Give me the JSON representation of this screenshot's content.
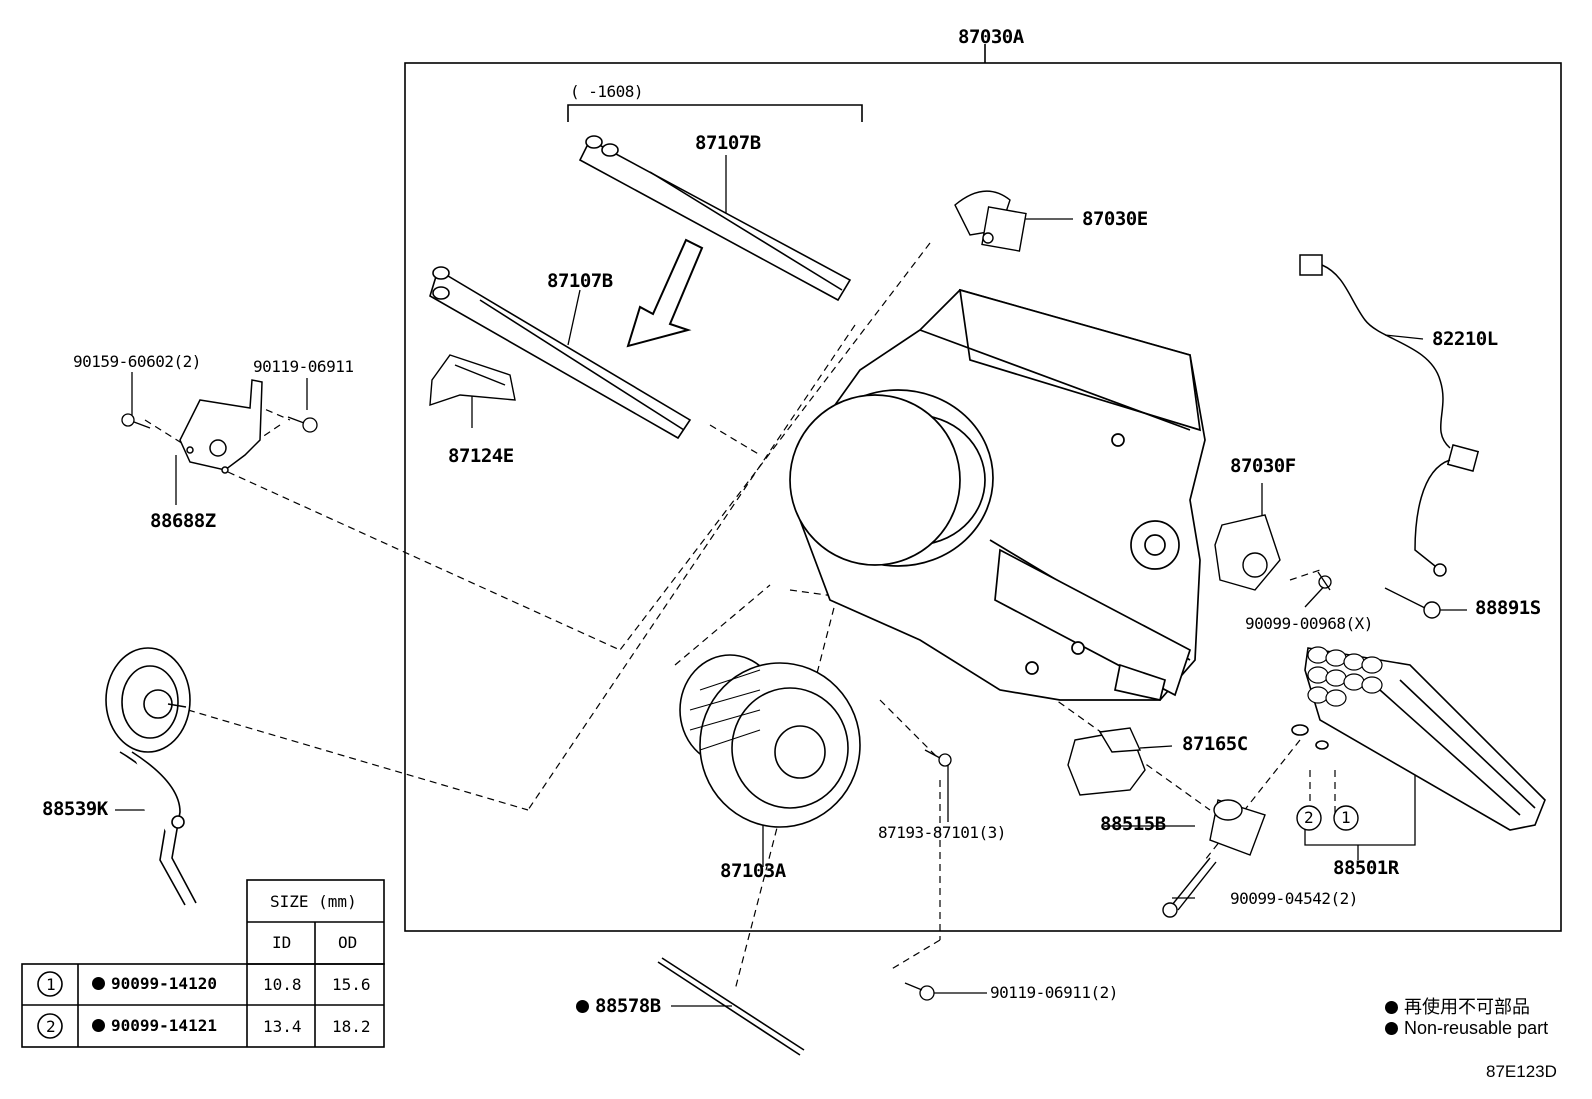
{
  "labels": {
    "assembly": "87030A",
    "range_note": "(      -1608)",
    "p87107B_upper": "87107B",
    "p87107B_lower": "87107B",
    "p87124E": "87124E",
    "p87030E": "87030E",
    "p82210L": "82210L",
    "p87030F": "87030F",
    "p88891S": "88891S",
    "p90099_00968": "90099-00968(X)",
    "p90159_60602": "90159-60602(2)",
    "p90119_06911_top": "90119-06911",
    "p88688Z": "88688Z",
    "p88539K": "88539K",
    "p87165C": "87165C",
    "p88515B": "88515B",
    "p88501R": "88501R",
    "p90099_04542": "90099-04542(2)",
    "p87193_87101": "87193-87101(3)",
    "p87103A": "87103A",
    "p88578B": "88578B",
    "p90119_06911_bottom": "90119-06911(2)",
    "callout_2": "2",
    "callout_1": "1"
  },
  "size_table": {
    "header": "SIZE (mm)",
    "col_id": "ID",
    "col_od": "OD",
    "rows": [
      {
        "index": "1",
        "part": "90099-14120",
        "id": "10.8",
        "od": "15.6"
      },
      {
        "index": "2",
        "part": "90099-14121",
        "id": "13.4",
        "od": "18.2"
      }
    ]
  },
  "legend": {
    "jp": "再使用不可部品",
    "en": "Non-reusable part"
  },
  "diagram_code": "87E123D",
  "icons": {
    "non_reusable_marker": "filled-circle-icon"
  }
}
